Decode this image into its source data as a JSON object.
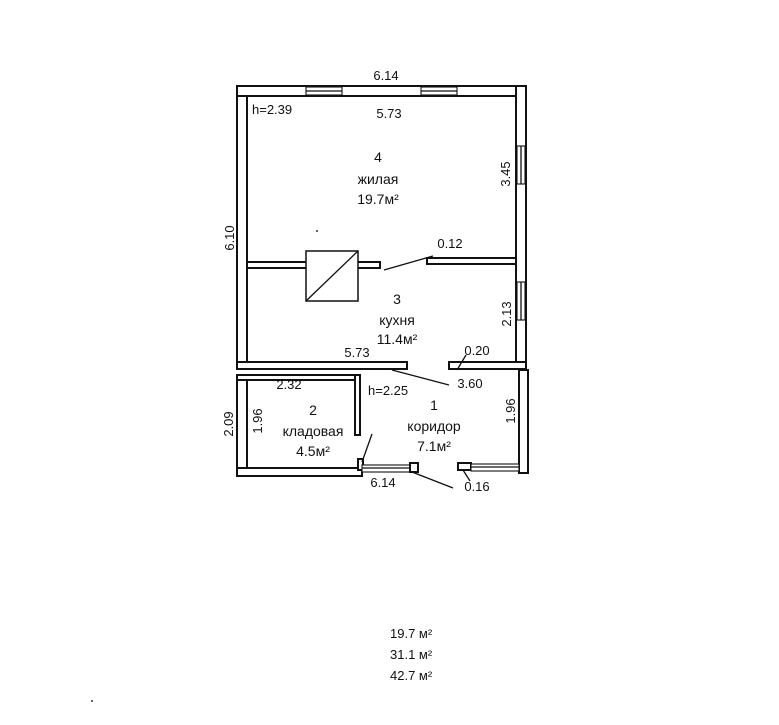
{
  "rooms": [
    {
      "number": "4",
      "name": "жилая",
      "area": "19.7м²"
    },
    {
      "number": "3",
      "name": "кухня",
      "area": "11.4м²"
    },
    {
      "number": "2",
      "name": "кладовая",
      "area": "4.5м²"
    },
    {
      "number": "1",
      "name": "коридор",
      "area": "7.1м²"
    }
  ],
  "heights": {
    "main": "h=2.39",
    "corridor": "h=2.25"
  },
  "dimensions": {
    "top_outer": "6.14",
    "top_inner": "5.73",
    "right_upper": "3.45",
    "partition_thickness": "0.12",
    "left_total": "6.10",
    "right_middle": "2.13",
    "kitchen_bottom": "5.73",
    "wall_stub": "0.20",
    "corridor_diag": "3.60",
    "storage_width": "2.32",
    "storage_outer_height": "2.09",
    "storage_inner_height": "1.96",
    "corridor_right_height": "1.96",
    "bottom_outer": "6.14",
    "door_stub": "0.16"
  },
  "summary": [
    "19.7  м²",
    "31.1  м²",
    "42.7  м²"
  ]
}
